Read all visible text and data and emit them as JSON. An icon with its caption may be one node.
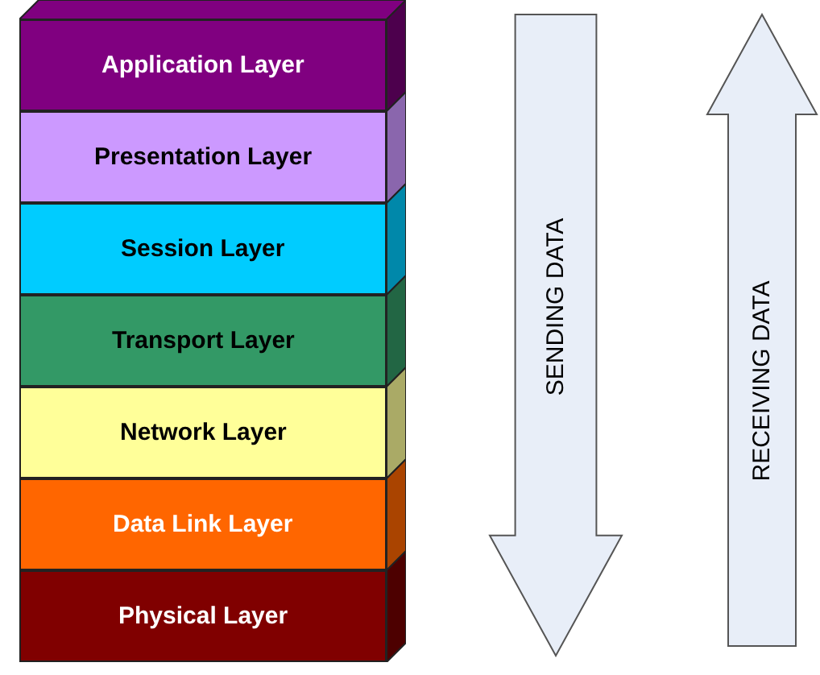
{
  "diagram": {
    "nodes": [
      {
        "text": [
          "Application Layer"
        ]
      },
      {
        "text": [
          "Presentation Layer"
        ]
      },
      {
        "text": [
          "Session Layer"
        ]
      },
      {
        "text": [
          "Transport Layer"
        ]
      },
      {
        "text": [
          "Network Layer"
        ]
      },
      {
        "text": [
          "Data Link Layer"
        ]
      },
      {
        "text": [
          "Physical Layer"
        ]
      },
      {
        "text": [
          "SENDING DATA"
        ]
      },
      {
        "text": [
          "RECEIVING DATA"
        ]
      }
    ]
  }
}
